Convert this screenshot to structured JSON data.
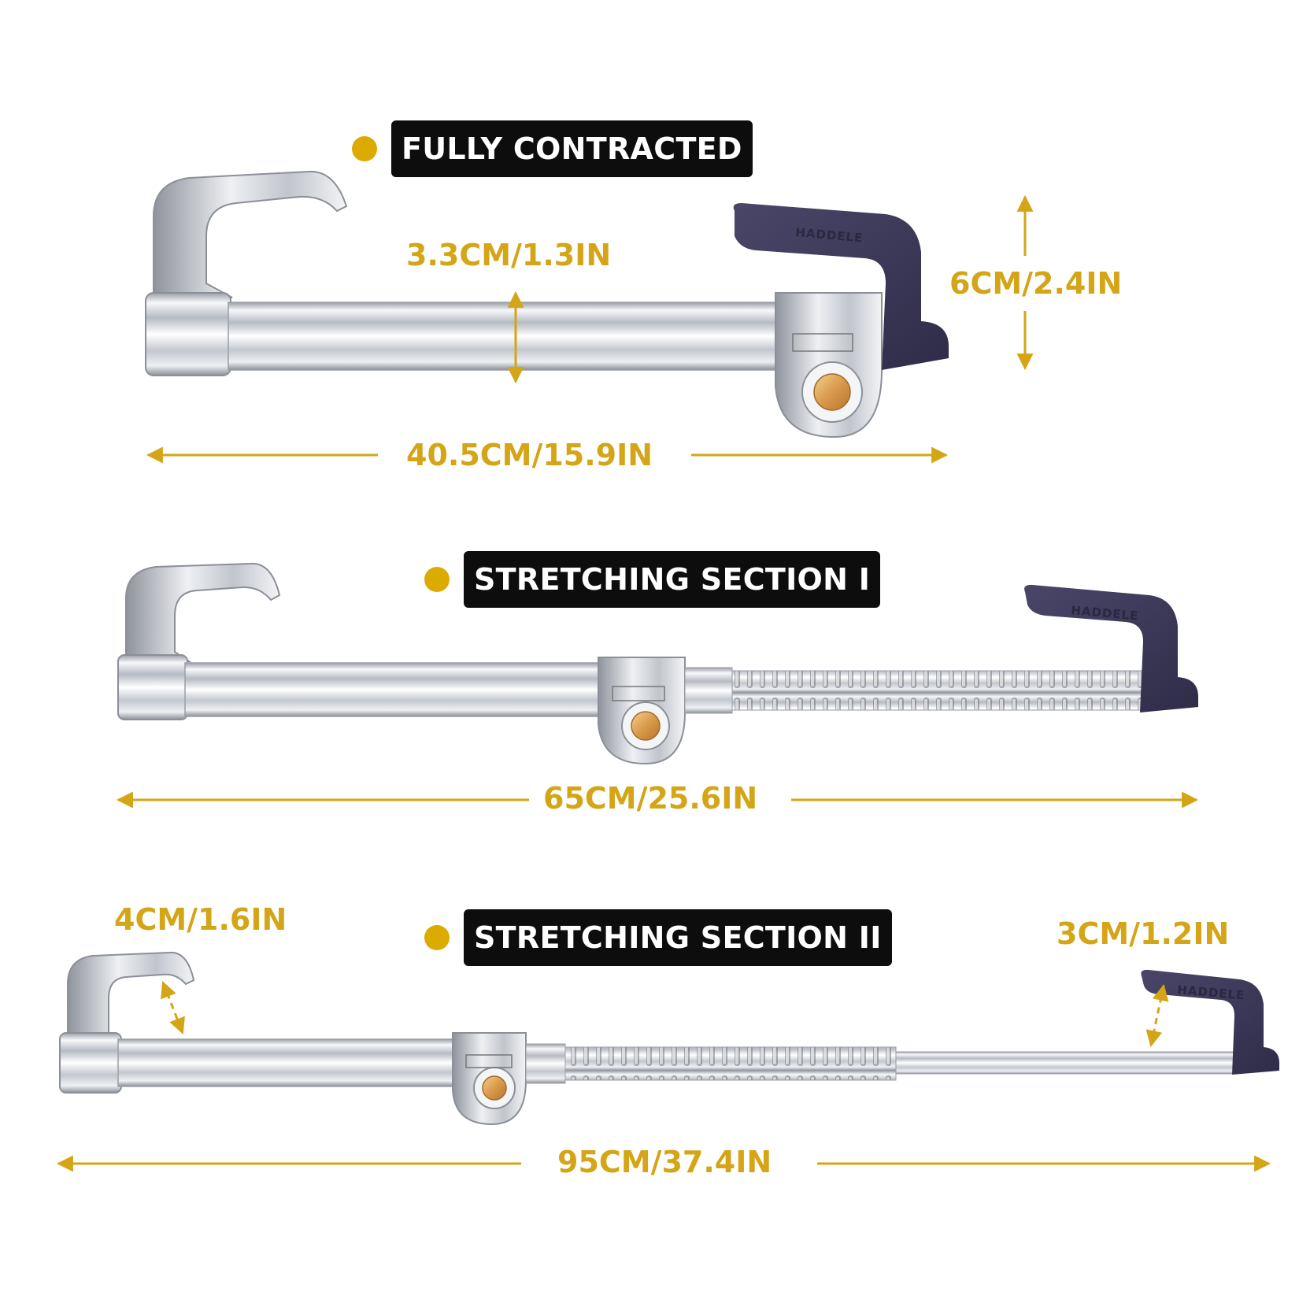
{
  "brand": "HADDELE",
  "colors": {
    "accent_gold": "#d4a517",
    "dot_gold": "#dcab00",
    "title_bg": "#0d0d0d",
    "grip_purple": "#3e3a5c",
    "chrome": "#c9ccd2"
  },
  "sections": [
    {
      "title": "FULLY CONTRACTED",
      "length": "40.5CM/15.9IN",
      "bar_diameter": "3.3CM/1.3IN",
      "grip_height": "6CM/2.4IN"
    },
    {
      "title": "STRETCHING SECTION I",
      "length": "65CM/25.6IN"
    },
    {
      "title": "STRETCHING SECTION II",
      "length": "95CM/37.4IN",
      "hook_gap": "4CM/1.6IN",
      "grip_gap": "3CM/1.2IN"
    }
  ]
}
